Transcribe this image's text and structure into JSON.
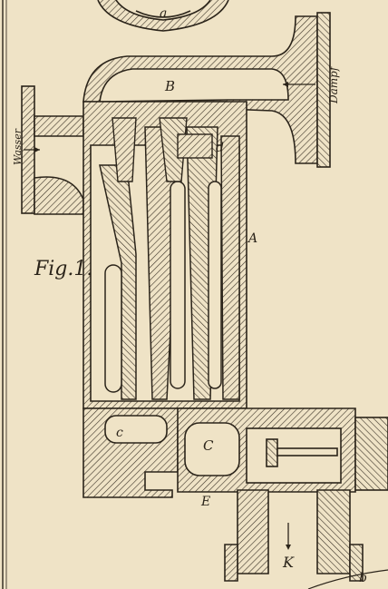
{
  "figure": {
    "title": "Fig.1.",
    "colors": {
      "paper": "#efe3c6",
      "ink": "#2b241a",
      "hatch": "#3a3226"
    }
  },
  "labels": {
    "a": "a",
    "B": "B",
    "Dampf": "Dampf",
    "Wasser": "Wasser",
    "d": "d",
    "A": "A",
    "c": "c",
    "C": "C",
    "E": "E",
    "K": "K",
    "b": "b"
  }
}
